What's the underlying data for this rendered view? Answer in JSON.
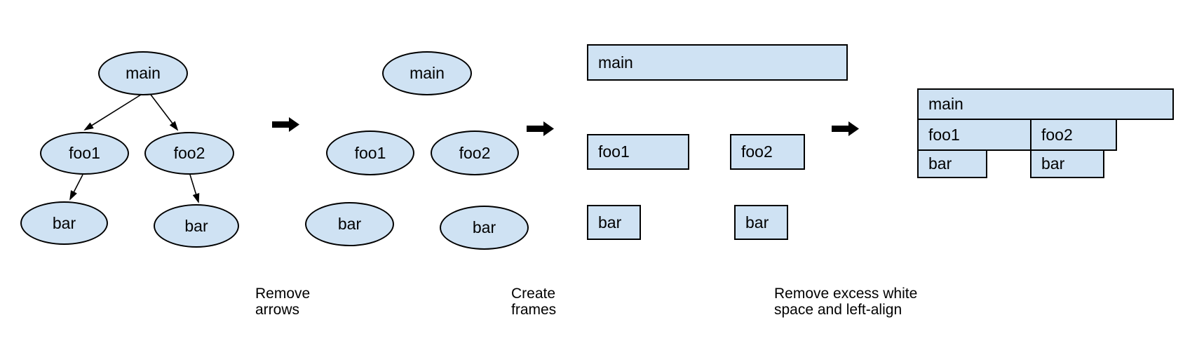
{
  "palette": {
    "background": "#ffffff",
    "shape_fill": "#cfe2f3",
    "shape_border": "#000000",
    "text": "#000000",
    "arrow": "#000000"
  },
  "stages": {
    "tree": {
      "main": "main",
      "foo1": "foo1",
      "foo2": "foo2",
      "bar_left": "bar",
      "bar_right": "bar"
    },
    "no_arrows": {
      "main": "main",
      "foo1": "foo1",
      "foo2": "foo2",
      "bar_left": "bar",
      "bar_right": "bar"
    },
    "frames": {
      "main": "main",
      "foo1": "foo1",
      "foo2": "foo2",
      "bar_left": "bar",
      "bar_right": "bar"
    },
    "flame": {
      "main": "main",
      "foo1": "foo1",
      "foo2": "foo2",
      "bar_left": "bar",
      "bar_right": "bar"
    }
  },
  "captions": {
    "step1": "Remove arrows",
    "step2": "Create frames",
    "step3": "Remove excess white space and left-align"
  }
}
